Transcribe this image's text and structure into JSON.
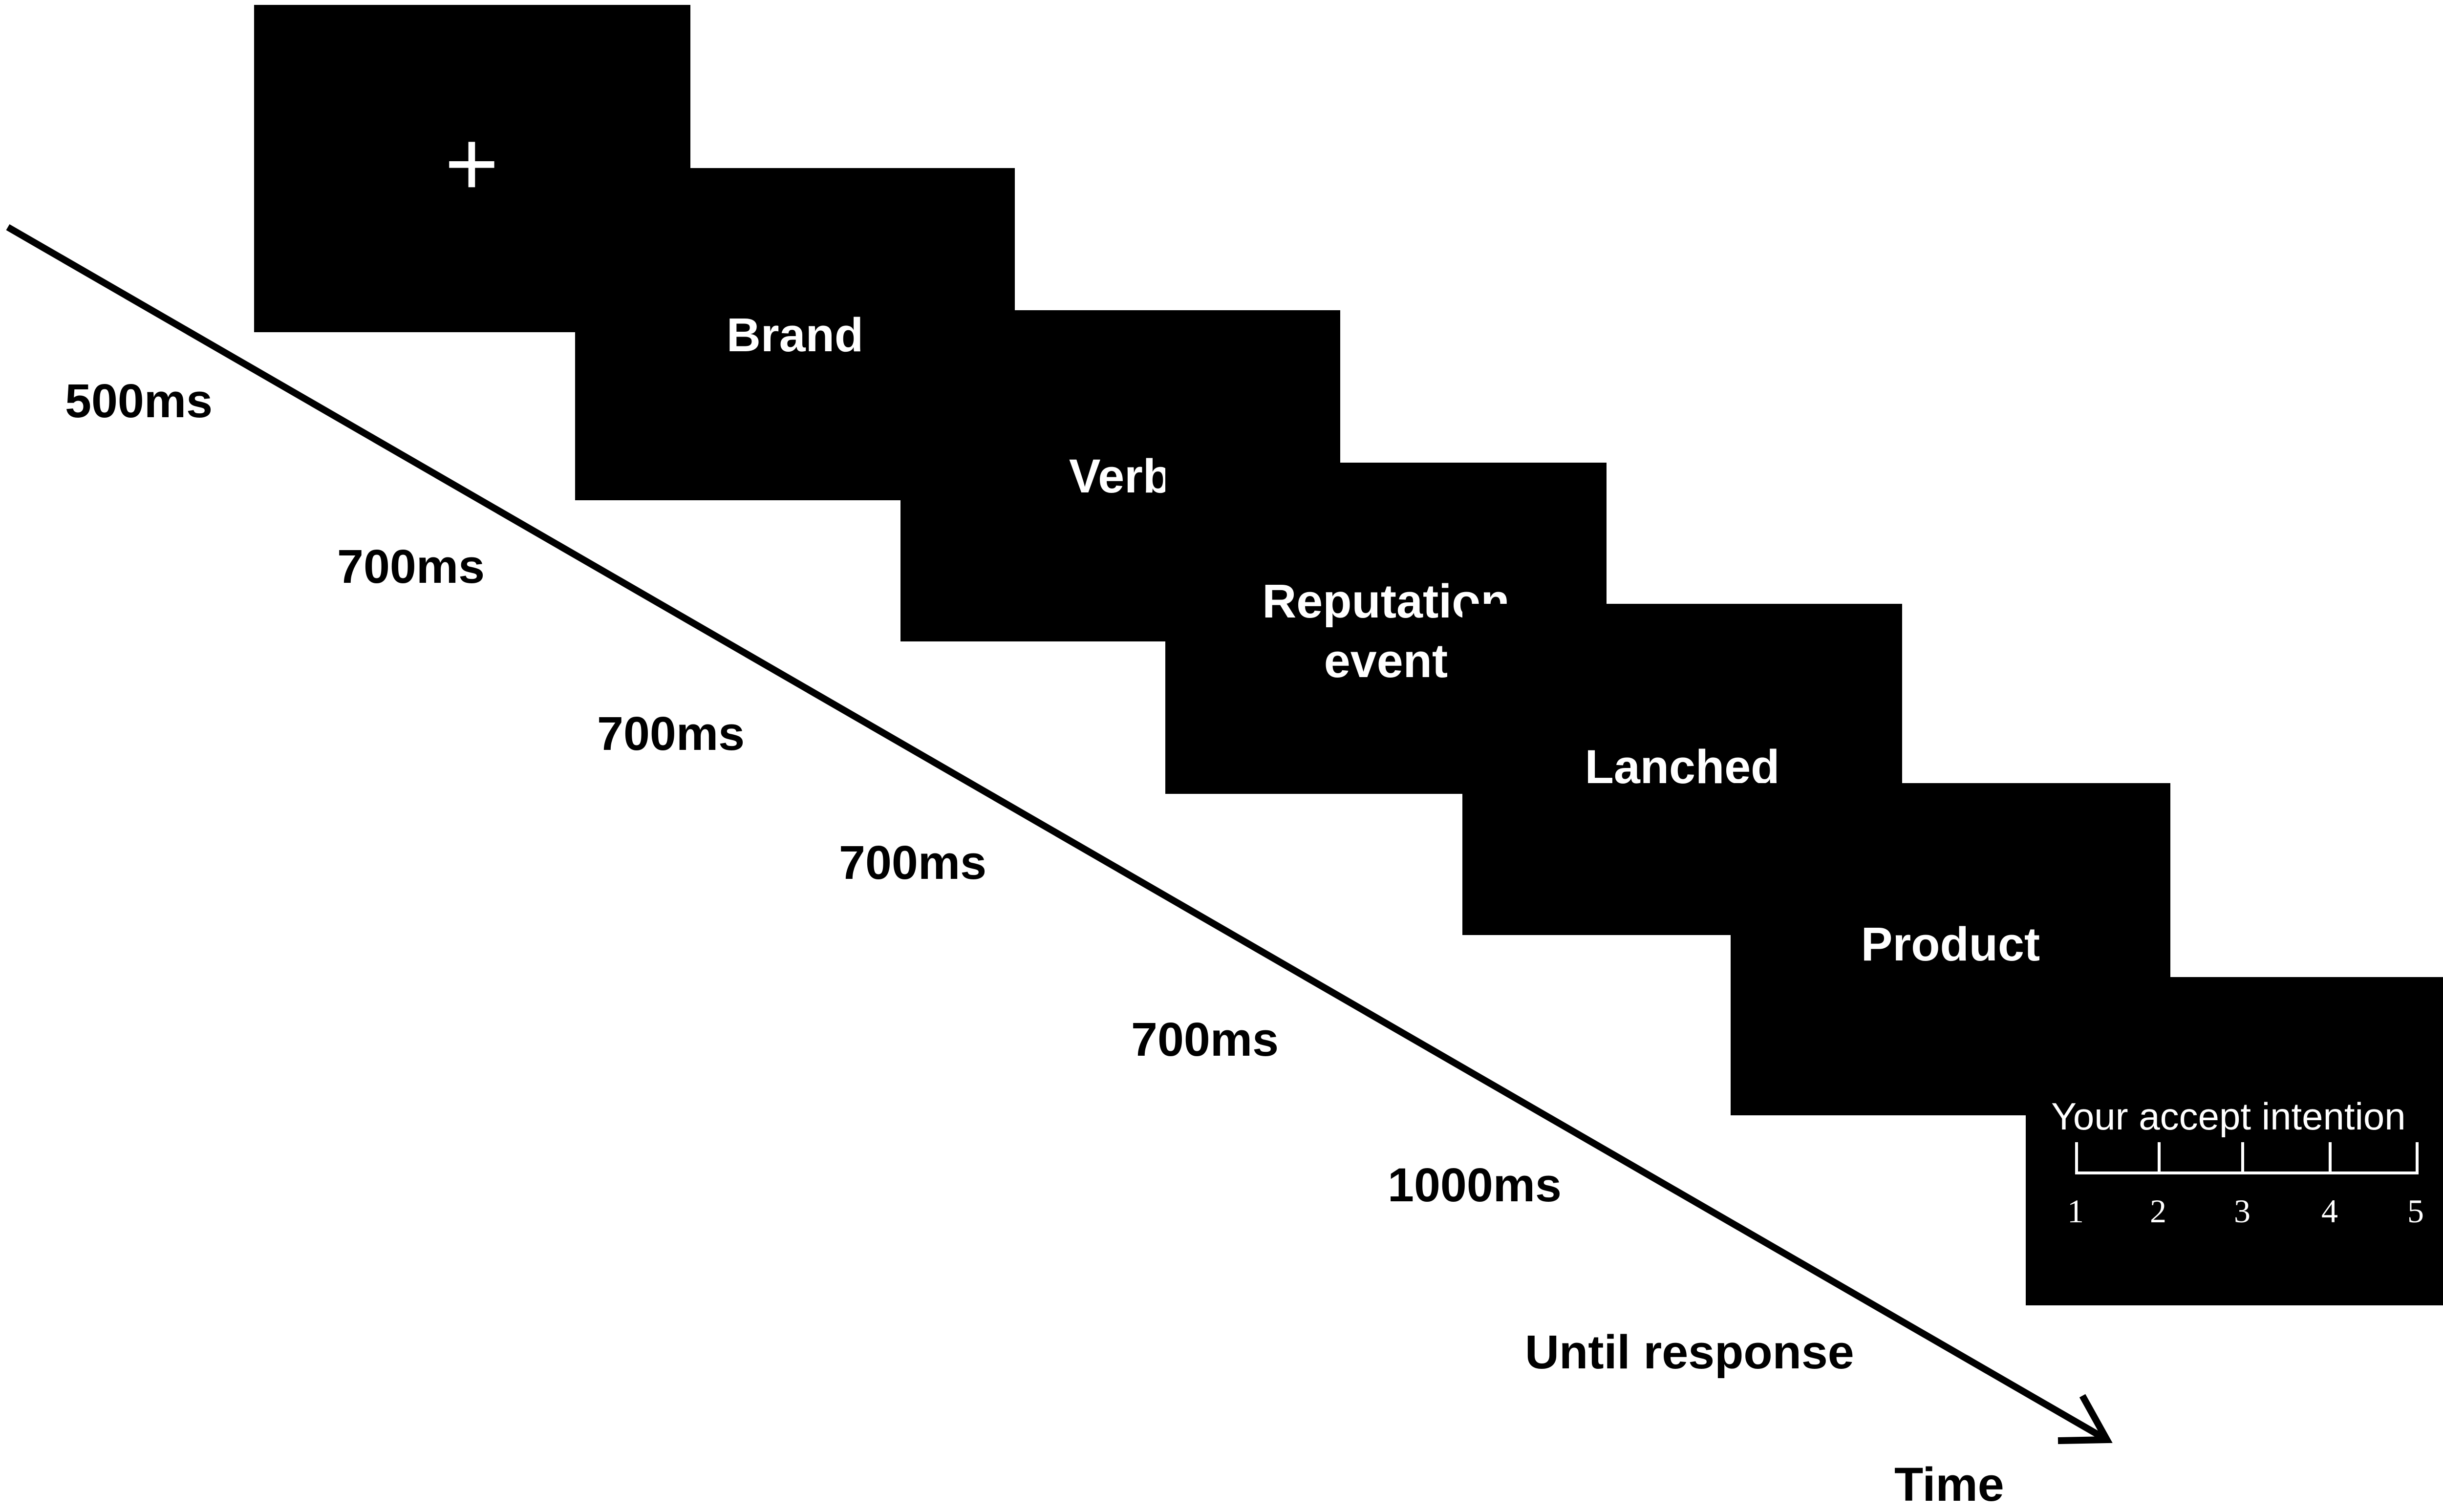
{
  "screens": {
    "fixation": {
      "symbol": "+"
    },
    "brand": {
      "label": "Brand"
    },
    "verb": {
      "label": "Verb"
    },
    "reputation": {
      "line1": "Reputation",
      "line2": "event"
    },
    "lanched": {
      "label": "Lanched"
    },
    "product": {
      "label": "Product"
    },
    "rating": {
      "prompt": "Your accept intention",
      "scale": [
        "1",
        "2",
        "3",
        "4",
        "5"
      ]
    }
  },
  "durations": [
    "500ms",
    "700ms",
    "700ms",
    "700ms",
    "700ms",
    "1000ms",
    "Until response"
  ],
  "axis": {
    "label": "Time"
  },
  "colors": {
    "screen": "#000000",
    "text_on_screen": "#ffffff",
    "text": "#000000"
  }
}
